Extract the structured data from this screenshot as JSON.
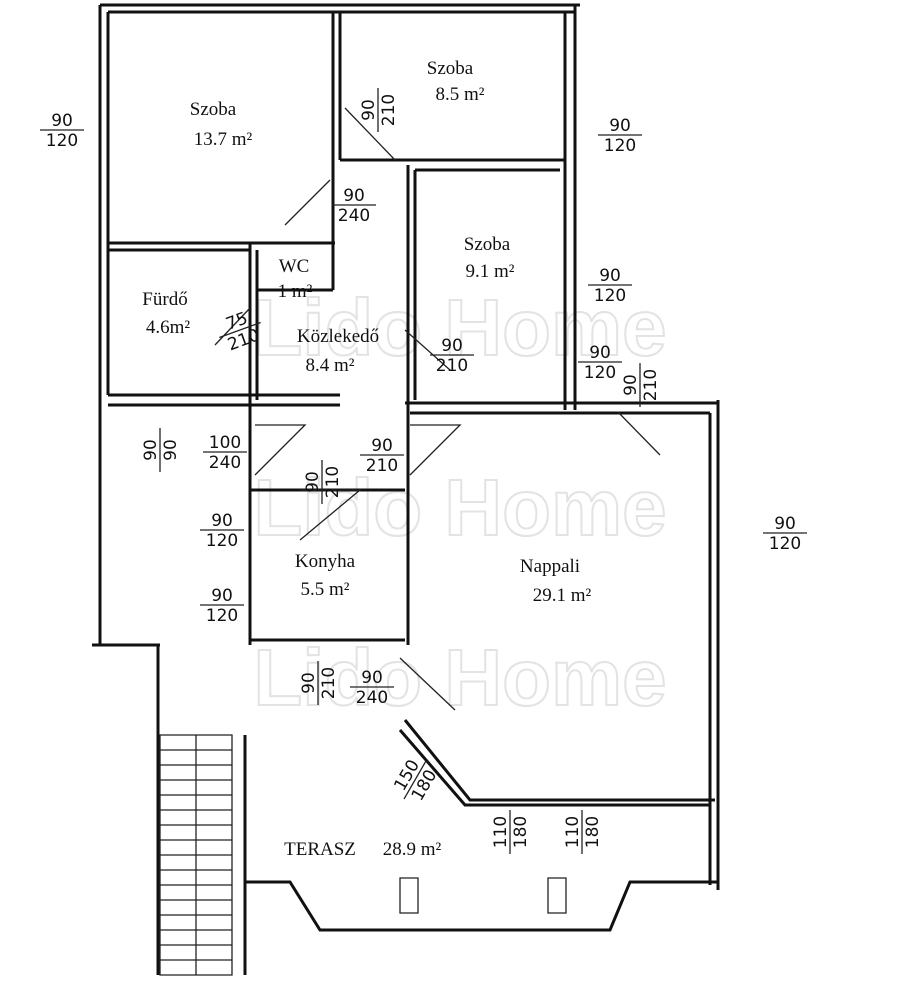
{
  "watermark": "Lido Home",
  "rooms": [
    {
      "name": "Szoba",
      "area": "13.7 m²"
    },
    {
      "name": "Szoba",
      "area": "8.5 m²"
    },
    {
      "name": "Szoba",
      "area": "9.1 m²"
    },
    {
      "name": "Fürdő",
      "area": "4.6m²"
    },
    {
      "name": "WC",
      "area": "1 m²"
    },
    {
      "name": "Közlekedő",
      "area": "8.4 m²"
    },
    {
      "name": "Konyha",
      "area": "5.5 m²"
    },
    {
      "name": "Nappali",
      "area": "29.1 m²"
    },
    {
      "name": "TERASZ",
      "area": "28.9 m²"
    }
  ],
  "openings": [
    {
      "w": "90",
      "h": "120"
    },
    {
      "w": "90",
      "h": "210"
    },
    {
      "w": "90",
      "h": "120"
    },
    {
      "w": "90",
      "h": "240"
    },
    {
      "w": "90",
      "h": "120"
    },
    {
      "w": "75",
      "h": "210"
    },
    {
      "w": "90",
      "h": "210"
    },
    {
      "w": "90",
      "h": "120"
    },
    {
      "w": "90",
      "h": "210"
    },
    {
      "w": "90",
      "h": "90"
    },
    {
      "w": "100",
      "h": "240"
    },
    {
      "w": "90",
      "h": "210"
    },
    {
      "w": "90",
      "h": "210"
    },
    {
      "w": "90",
      "h": "120"
    },
    {
      "w": "90",
      "h": "120"
    },
    {
      "w": "90",
      "h": "120"
    },
    {
      "w": "90",
      "h": "210"
    },
    {
      "w": "90",
      "h": "240"
    },
    {
      "w": "150",
      "h": "180"
    },
    {
      "w": "110",
      "h": "180"
    },
    {
      "w": "110",
      "h": "180"
    }
  ]
}
